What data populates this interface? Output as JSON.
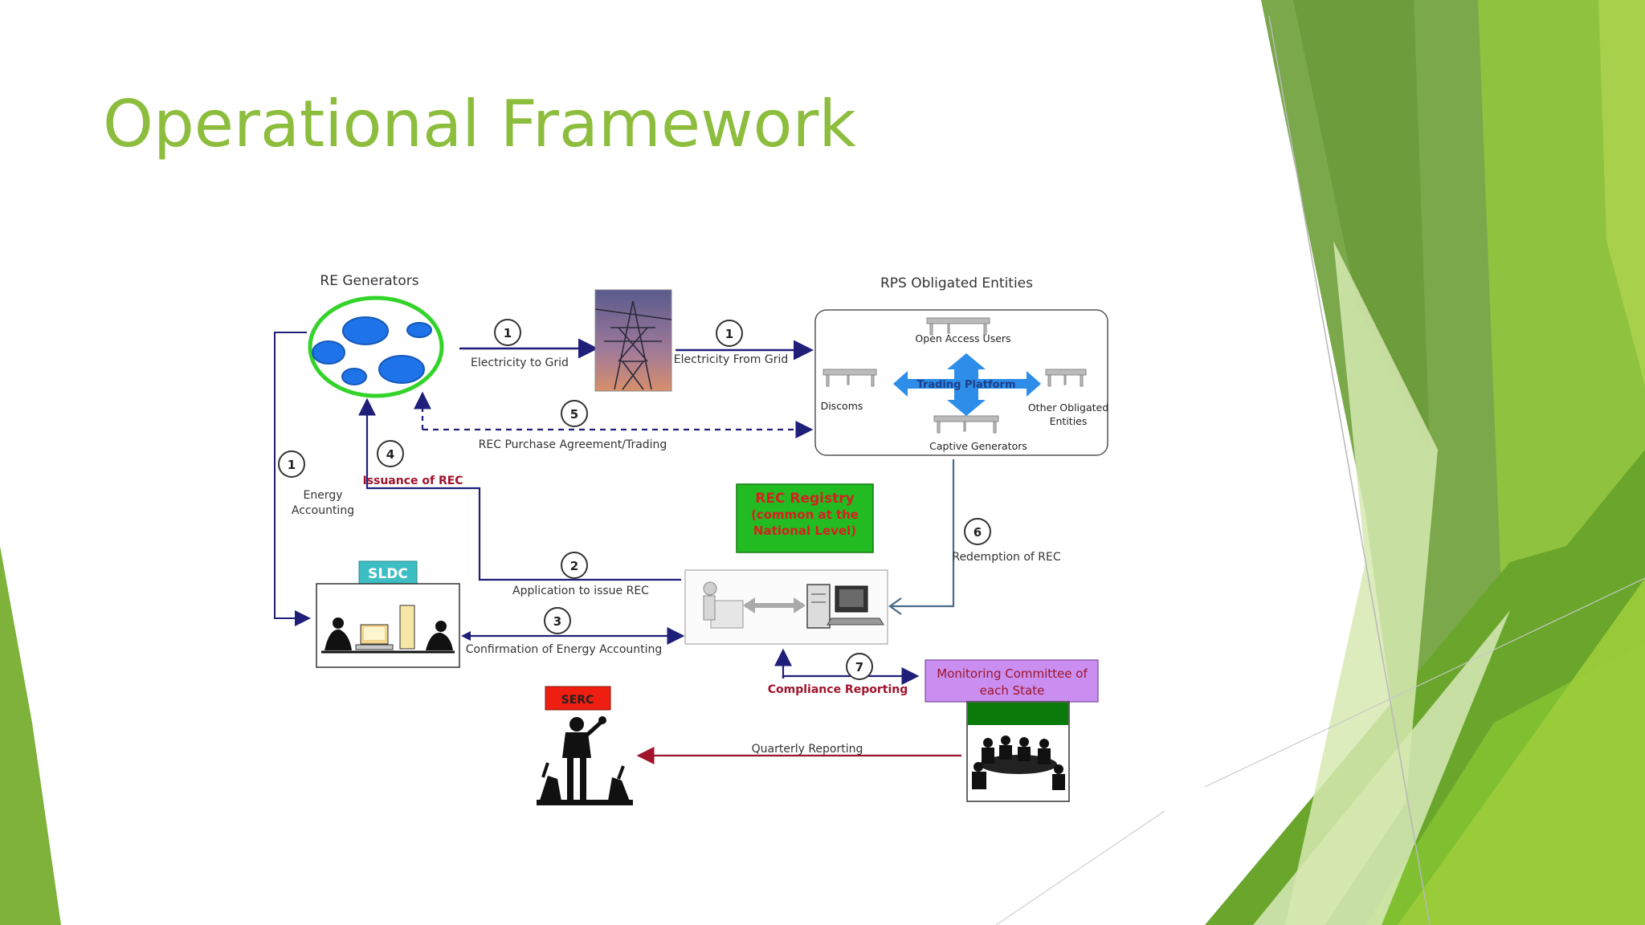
{
  "slide": {
    "title": "Operational Framework"
  },
  "diagram": {
    "re_generators": "RE Generators",
    "rps_entities": "RPS Obligated Entities",
    "electricity_to_grid": "Electricity to Grid",
    "electricity_from_grid": "Electricity From Grid",
    "rec_purchase": "REC Purchase Agreement/Trading",
    "issuance_of_rec": "Issuance of REC",
    "energy_accounting_1": "Energy",
    "energy_accounting_2": "Accounting",
    "open_access_users": "Open Access Users",
    "discoms": "Discoms",
    "trading_platform": "Trading Platform",
    "other_obligated_1": "Other Obligated",
    "other_obligated_2": "Entities",
    "captive_generators": "Captive Generators",
    "rec_registry_1": "REC Registry",
    "rec_registry_2": "(common at the",
    "rec_registry_3": "National Level)",
    "redemption_of_rec": "Redemption of REC",
    "sldc": "SLDC",
    "application_to_issue": "Application to issue REC",
    "confirmation_energy": "Confirmation of Energy Accounting",
    "compliance_reporting": "Compliance Reporting",
    "monitoring_1": "Monitoring Committee of",
    "monitoring_2": "each State",
    "serc": "SERC",
    "quarterly_reporting": "Quarterly Reporting",
    "step_1": "1",
    "step_2": "2",
    "step_3": "3",
    "step_4": "4",
    "step_5": "5",
    "step_6": "6",
    "step_7": "7"
  },
  "colors": {
    "title": "#8cbd3c",
    "dark_green": "#4e8a2a",
    "mid_green": "#7fb23a",
    "light_green": "#a9cf5e",
    "navy_arrow": "#1f1f7a",
    "maroon": "#a0132b",
    "registry_green": "#22bb22",
    "registry_text": "#d7201f",
    "sldc_teal": "#3cbec3",
    "serc_red": "#ee1e10",
    "monitoring_purple": "#c98ef0",
    "trading_blue": "#2d8de8"
  },
  "icons": [
    "transmission-tower-icon",
    "people-computer-icon",
    "workstation-icon",
    "meeting-icon",
    "speaker-icon"
  ]
}
